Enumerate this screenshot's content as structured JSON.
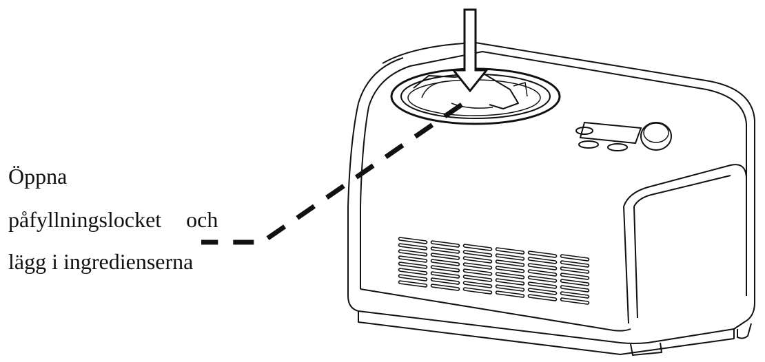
{
  "caption": {
    "line1": "Öppna",
    "line2_a": "påfyllningslocket",
    "line2_b": "och",
    "line3": "lägg i ingredienserna"
  },
  "colors": {
    "ink": "#111111",
    "background": "#ffffff"
  },
  "icons": {
    "arrow": "down-arrow-icon",
    "leader": "dashed-leader-line"
  }
}
